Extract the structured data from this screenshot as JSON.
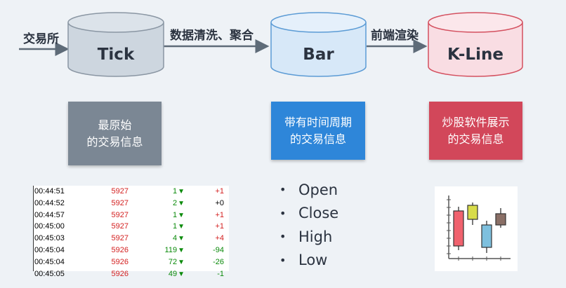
{
  "flow": {
    "source_label": "交易所",
    "step1_label": "数据清洗、聚合",
    "step2_label": "前端渲染"
  },
  "nodes": [
    {
      "name": "Tick",
      "fill": "#cdd6df",
      "stroke": "#8a96a3",
      "desc": [
        "最原始",
        "的交易信息"
      ],
      "desc_color": "#7b8794"
    },
    {
      "name": "Bar",
      "fill": "#d7e8f8",
      "stroke": "#5b9bd5",
      "desc": [
        "带有时间周期",
        "的交易信息"
      ],
      "desc_color": "#2e86d9"
    },
    {
      "name": "K-Line",
      "fill": "#f9dde3",
      "stroke": "#d4505f",
      "desc": [
        "炒股软件展示",
        "的交易信息"
      ],
      "desc_color": "#d2475a"
    }
  ],
  "tick_table": [
    {
      "time": "00:44:51",
      "price": "5927",
      "vol": "1",
      "change": "+1",
      "change_color": "#d42020"
    },
    {
      "time": "00:44:52",
      "price": "5927",
      "vol": "2",
      "change": "+0",
      "change_color": "#000000"
    },
    {
      "time": "00:44:57",
      "price": "5927",
      "vol": "1",
      "change": "+1",
      "change_color": "#d42020"
    },
    {
      "time": "00:45:00",
      "price": "5927",
      "vol": "1",
      "change": "+1",
      "change_color": "#d42020"
    },
    {
      "time": "00:45:03",
      "price": "5927",
      "vol": "4",
      "change": "+4",
      "change_color": "#d42020"
    },
    {
      "time": "00:45:04",
      "price": "5926",
      "vol": "119",
      "change": "-94",
      "change_color": "#0a8a0a"
    },
    {
      "time": "00:45:04",
      "price": "5926",
      "vol": "72",
      "change": "-26",
      "change_color": "#0a8a0a"
    },
    {
      "time": "00:45:05",
      "price": "5926",
      "vol": "49",
      "change": "-1",
      "change_color": "#0a8a0a"
    }
  ],
  "bar_fields": [
    "Open",
    "Close",
    "High",
    "Low"
  ],
  "candles": [
    {
      "open": 5,
      "close": 30,
      "high": 33,
      "low": 2,
      "color": "#f0626e"
    },
    {
      "open": 34,
      "close": 24,
      "high": 36,
      "low": 20,
      "color": "#d8dc4a"
    },
    {
      "open": 4,
      "close": 20,
      "high": 23,
      "low": 0,
      "color": "#7ec0de"
    },
    {
      "open": 20,
      "close": 28,
      "high": 32,
      "low": 18,
      "color": "#8a6f66"
    }
  ]
}
